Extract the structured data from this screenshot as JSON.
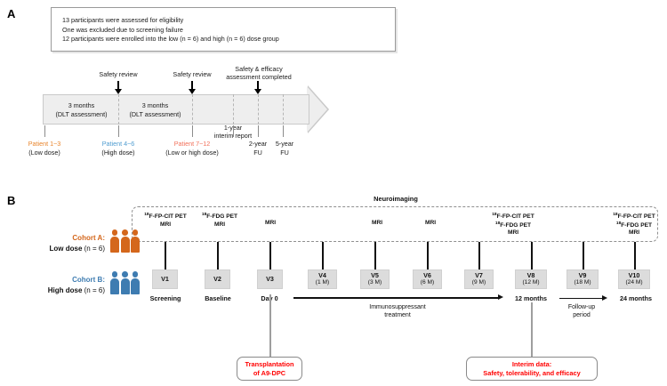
{
  "panels": {
    "a": {
      "letter": "A"
    },
    "b": {
      "letter": "B"
    }
  },
  "panel_a": {
    "eligibility": {
      "lines": [
        "13 participants were assessed for eligibility",
        "One was excluded due to screening failure",
        "12 participants were enrolled into the low (n = 6) and high (n = 6) dose group"
      ]
    },
    "reviews": [
      {
        "label": "Safety review"
      },
      {
        "label": "Safety review"
      },
      {
        "label": "Safety & efficacy\nassessment completed"
      }
    ],
    "review_1": "Safety review",
    "review_2": "Safety review",
    "review_3_l1": "Safety & efficacy",
    "review_3_l2": "assessment completed",
    "phases": [
      {
        "l1": "3 months",
        "l2": "(DLT assessment)"
      },
      {
        "l1": "3 months",
        "l2": "(DLT assessment)"
      }
    ],
    "phase_1_l1": "3 months",
    "phase_1_l2": "(DLT assessment)",
    "phase_2_l1": "3 months",
    "phase_2_l2": "(DLT assessment)",
    "interim_l1": "1-year",
    "interim_l2": "interim report",
    "markers": [
      {
        "title": "Patient 1~3",
        "sub": "(Low dose)",
        "color": "#E8842B"
      },
      {
        "title": "Patient 4~6",
        "sub": "(High dose)",
        "color": "#4F9CD0"
      },
      {
        "title": "Patient 7~12",
        "sub": "(Low or high dose)",
        "color": "#F2705A"
      },
      {
        "title": "2-year",
        "sub": "FU",
        "color": "#1a1a1a"
      },
      {
        "title": "5-year",
        "sub": "FU",
        "color": "#1a1a1a"
      }
    ],
    "m1_title": "Patient 1~3",
    "m1_sub": "(Low dose)",
    "m2_title": "Patient 4~6",
    "m2_sub": "(High dose)",
    "m3_title": "Patient 7~12",
    "m3_sub": "(Low or high dose)",
    "m4_title": "2-year",
    "m4_sub": "FU",
    "m5_title": "5-year",
    "m5_sub": "FU"
  },
  "panel_b": {
    "neuroimaging_title": "Neuroimaging",
    "cohorts": [
      {
        "name": "Cohort A:",
        "detail_bold": "Low dose",
        "detail_rest": " (n = 6)",
        "color": "#D4671C",
        "count": 3
      },
      {
        "name": "Cohort B:",
        "detail_bold": "High dose",
        "detail_rest": " (n = 6)",
        "color": "#3E7CB1",
        "count": 3
      }
    ],
    "cohort_a_name": "Cohort A:",
    "cohort_a_dose": "Low dose",
    "cohort_a_n": " (n = 6)",
    "cohort_b_name": "Cohort B:",
    "cohort_b_dose": "High dose",
    "cohort_b_n": " (n = 6)",
    "visits": [
      {
        "id": "V1",
        "sub": "",
        "milestone": "Screening"
      },
      {
        "id": "V2",
        "sub": "",
        "milestone": "Baseline"
      },
      {
        "id": "V3",
        "sub": "",
        "milestone": "Day 0"
      },
      {
        "id": "V4",
        "sub": "(1 M)",
        "milestone": ""
      },
      {
        "id": "V5",
        "sub": "(3 M)",
        "milestone": ""
      },
      {
        "id": "V6",
        "sub": "(6 M)",
        "milestone": ""
      },
      {
        "id": "V7",
        "sub": "(9 M)",
        "milestone": ""
      },
      {
        "id": "V8",
        "sub": "(12 M)",
        "milestone": "12 months"
      },
      {
        "id": "V9",
        "sub": "(18 M)",
        "milestone": ""
      },
      {
        "id": "V10",
        "sub": "(24 M)",
        "milestone": "24 months"
      }
    ],
    "imaging": [
      {
        "visit": "V1",
        "lines": [
          "18F-FP-CIT PET",
          "MRI"
        ]
      },
      {
        "visit": "V2",
        "lines": [
          "18F-FDG PET",
          "MRI"
        ]
      },
      {
        "visit": "V3",
        "lines": [
          "MRI"
        ]
      },
      {
        "visit": "V5",
        "lines": [
          "MRI"
        ]
      },
      {
        "visit": "V6",
        "lines": [
          "MRI"
        ]
      },
      {
        "visit": "V8",
        "lines": [
          "18F-FP-CIT PET",
          "18F-FDG PET",
          "MRI"
        ]
      },
      {
        "visit": "V10",
        "lines": [
          "18F-FP-CIT PET",
          "18F-FDG PET",
          "MRI"
        ]
      }
    ],
    "img_fpcit": "F-FP-CIT PET",
    "img_fdg": "F-FDG PET",
    "img_mri": "MRI",
    "img_iso": "18",
    "periods": {
      "immunosuppressant_l1": "Immunosuppressant",
      "immunosuppressant_l2": "treatment",
      "followup_l1": "Follow-up",
      "followup_l2": "period"
    },
    "callouts": [
      {
        "l1": "Transplantation",
        "l2": "of A9-DPC",
        "color": "#FF0000"
      },
      {
        "l1": "Interim data:",
        "l2": "Safety, tolerability, and efficacy",
        "color": "#FF0000"
      }
    ],
    "callout_1_l1": "Transplantation",
    "callout_1_l2": "of A9-DPC",
    "callout_2_l1": "Interim data:",
    "callout_2_l2": "Safety, tolerability, and efficacy"
  }
}
